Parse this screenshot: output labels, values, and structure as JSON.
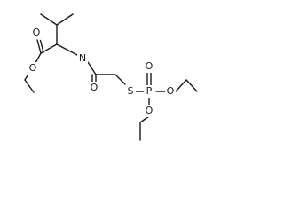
{
  "atoms": {
    "carbonyl_oxygen_ester": "O",
    "ester_oxygen": "O",
    "amide_nitrogen": "N",
    "amide_oxygen": "O",
    "sulfur": "S",
    "phosphorus": "P",
    "phosphoryl_oxygen": "O",
    "ethoxy_oxygen_upper": "O",
    "ethoxy_oxygen_lower": "O"
  }
}
